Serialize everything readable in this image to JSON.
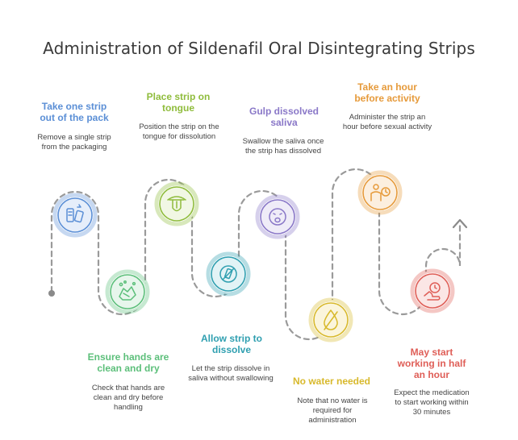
{
  "title": "Administration of Sildenafil Oral Disintegrating Strips",
  "steps": [
    {
      "title": "Take one strip out of the pack",
      "desc": "Remove a single strip from the packaging",
      "color": "#5b8fd6",
      "icon": "strip-pack-icon"
    },
    {
      "title": "Ensure hands are clean and dry",
      "desc": "Check that hands are clean and dry before handling",
      "color": "#5cbf7a",
      "icon": "hand-washing-icon"
    },
    {
      "title": "Place strip on tongue",
      "desc": "Position the strip on the tongue for dissolution",
      "color": "#8fbc3c",
      "icon": "tongue-icon"
    },
    {
      "title": "Allow strip to dissolve",
      "desc": "Let the strip dissolve in saliva without swallowing",
      "color": "#2f9fb0",
      "icon": "no-swallow-icon"
    },
    {
      "title": "Gulp dissolved saliva",
      "desc": "Swallow the saliva once the strip has dissolved",
      "color": "#8a78c8",
      "icon": "swallow-face-icon"
    },
    {
      "title": "No water needed",
      "desc": "Note that no water is required for administration",
      "color": "#d8b92c",
      "icon": "no-water-icon"
    },
    {
      "title": "Take an hour before activity",
      "desc": "Administer the strip an hour before sexual activity",
      "color": "#e69a3a",
      "icon": "person-clock-icon"
    },
    {
      "title": "May start working in half an hour",
      "desc": "Expect the medication to start working within 30 minutes",
      "color": "#df5e57",
      "icon": "hand-timer-icon"
    }
  ]
}
